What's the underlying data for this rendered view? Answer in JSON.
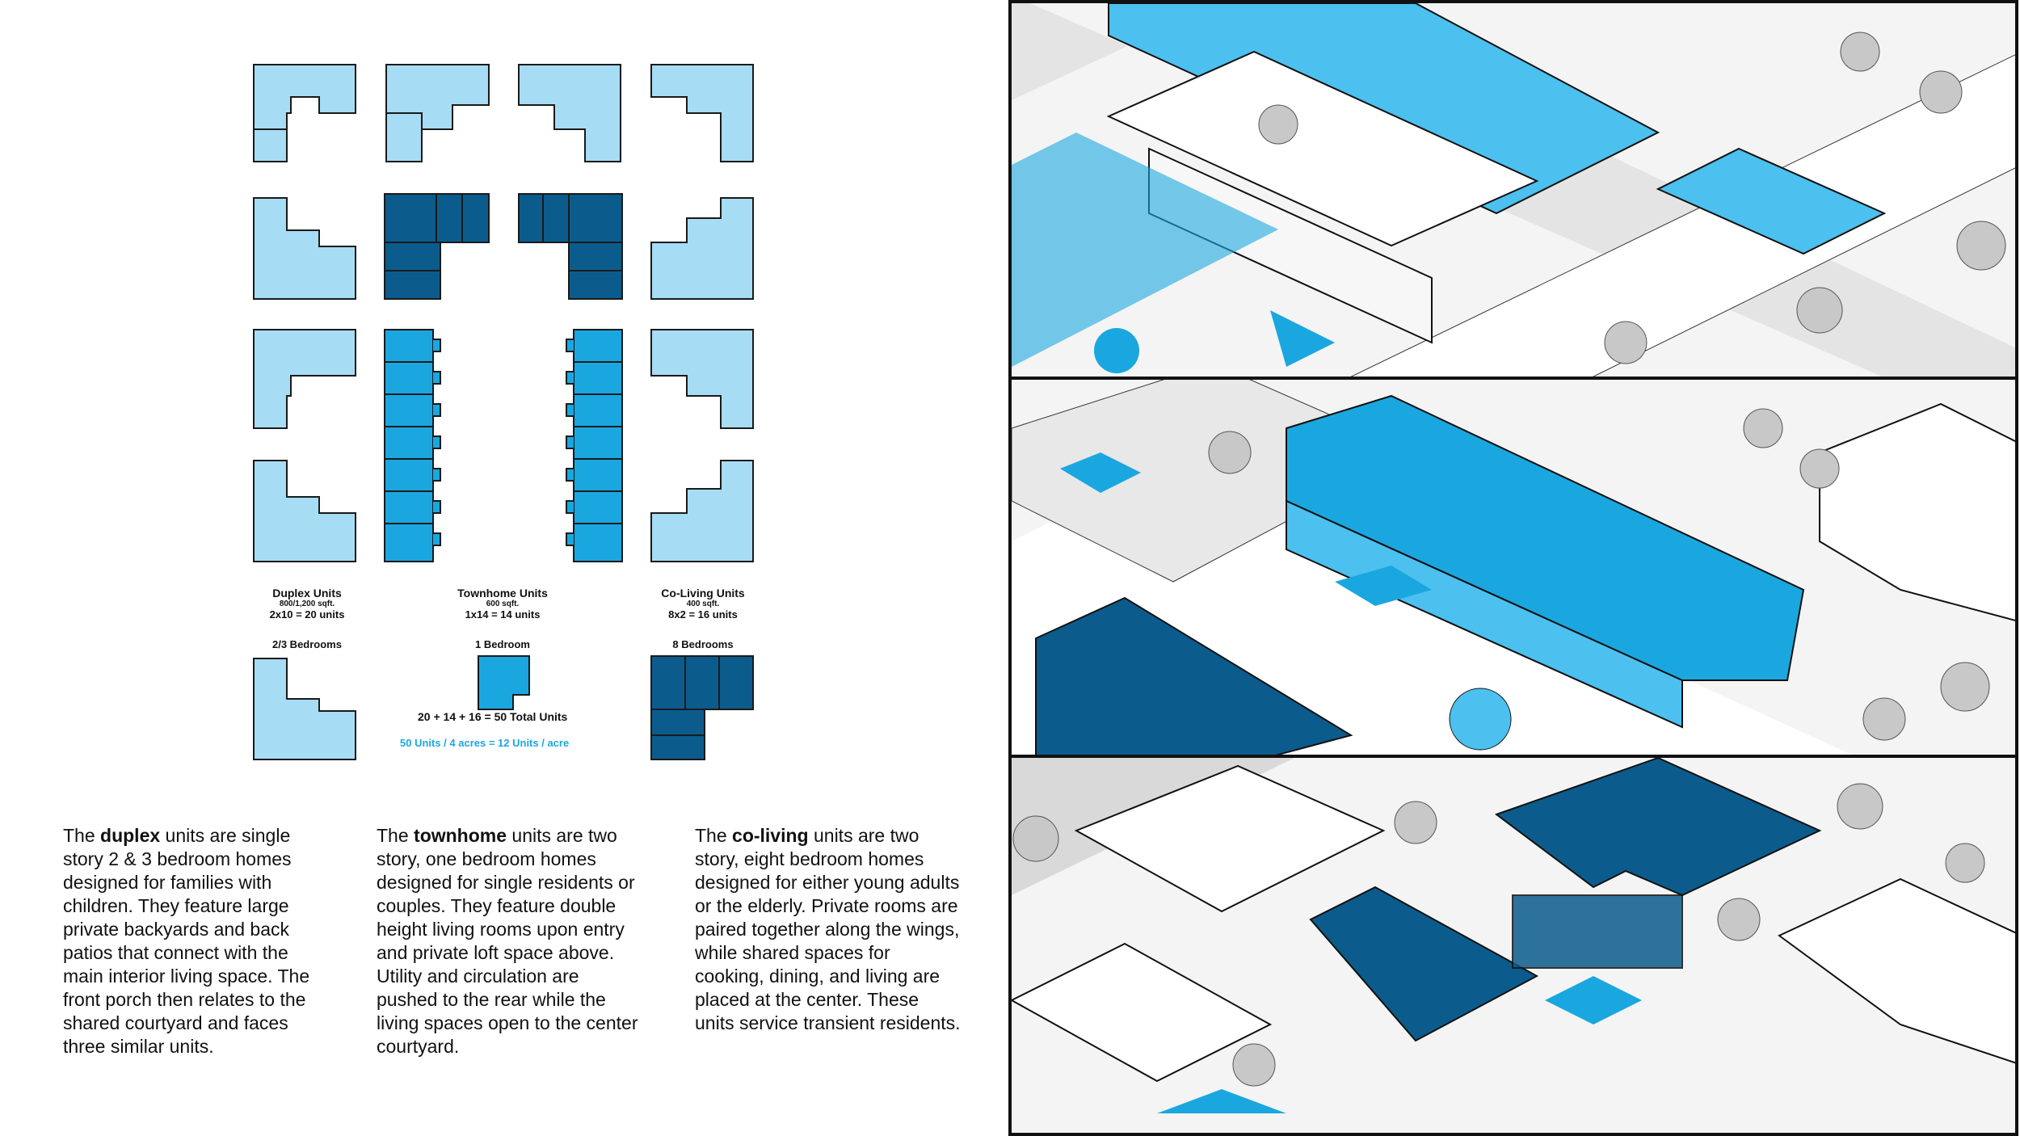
{
  "colors": {
    "light_blue": "#a6dcf4",
    "mid_blue": "#1aa7e0",
    "dark_blue": "#0b5c8c",
    "outline": "#1a1a1a",
    "grey": "#d9d9d9"
  },
  "units": {
    "duplex": {
      "title": "Duplex Units",
      "sqft": "800/1,200 sqft.",
      "count": "2x10 = 20 units",
      "bedrooms": "2/3 Bedrooms"
    },
    "townhome": {
      "title": "Townhome Units",
      "sqft": "600 sqft.",
      "count": "1x14 = 14 units",
      "bedrooms": "1 Bedroom"
    },
    "coliving": {
      "title": "Co-Living Units",
      "sqft": "400 sqft.",
      "count": "8x2 = 16 units",
      "bedrooms": "8 Bedrooms"
    }
  },
  "totals": {
    "total_line": "20 + 14 + 16 = 50 Total Units",
    "density_line": "50 Units / 4 acres = 12 Units / acre"
  },
  "descriptions": {
    "duplex": {
      "pre": "The ",
      "bold": "duplex",
      "post": " units are single story 2 & 3 bedroom homes designed  for  families with children. They  feature   large private backyards and back patios that connect with the main interior living space. The front porch then relates to the shared courtyard and faces three similar units."
    },
    "townhome": {
      "pre": "The ",
      "bold": "townhome",
      "post": " units are two story, one bedroom homes designed for single residents or couples. They feature double height living rooms upon entry and private loft space above. Utility and circulation are pushed to the rear while the living spaces open to the center courtyard."
    },
    "coliving": {
      "pre": "The ",
      "bold": "co-living",
      "post": " units are two story, eight bedroom homes designed for either young adults or the elderly. Private rooms are paired together along the wings, while shared spaces for cooking, dining, and living are placed at the center. These units service transient residents."
    }
  },
  "renderings": {
    "panels": [
      "duplex-axonometric",
      "townhome-axonometric",
      "coliving-axonometric"
    ]
  }
}
